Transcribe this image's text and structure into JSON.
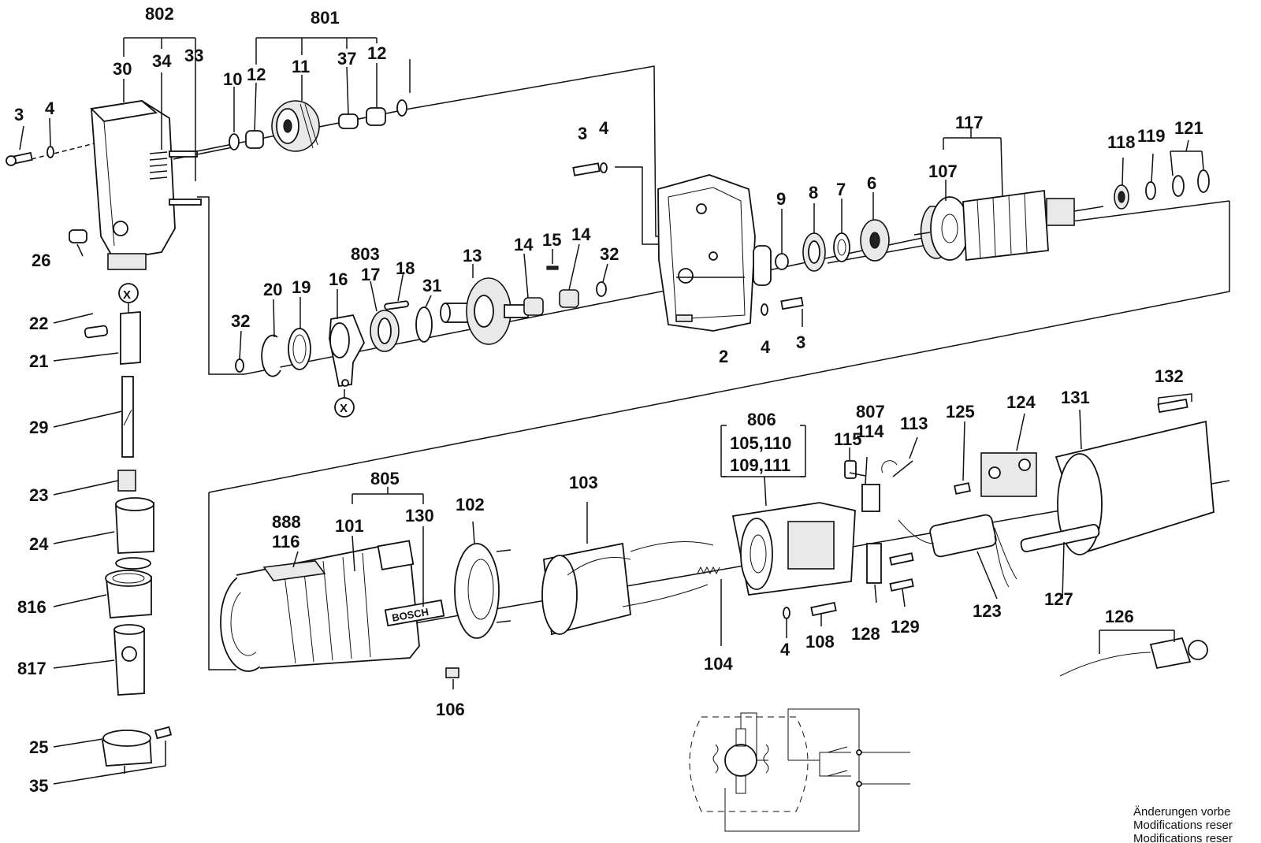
{
  "labels": {
    "n802": "802",
    "n801": "801",
    "n30": "30",
    "n34": "34",
    "n33": "33",
    "n10": "10",
    "n12a": "12",
    "n11": "11",
    "n37": "37",
    "n12b": "12",
    "n3a": "3",
    "n4a": "4",
    "n26": "26",
    "x1": "X",
    "n22": "22",
    "n21": "21",
    "n29": "29",
    "n23": "23",
    "n24": "24",
    "n816": "816",
    "n817": "817",
    "n25": "25",
    "n35": "35",
    "n3b": "3",
    "n4b": "4",
    "n117": "117",
    "n107": "107",
    "n118": "118",
    "n119": "119",
    "n121": "121",
    "n9": "9",
    "n8": "8",
    "n7": "7",
    "n6": "6",
    "n4c": "4",
    "n3c": "3",
    "n2": "2",
    "n803": "803",
    "n18": "18",
    "n13": "13",
    "n14a": "14",
    "n15": "15",
    "n14b": "14",
    "n32a": "32",
    "n20": "20",
    "n19": "19",
    "n16": "16",
    "n17": "17",
    "n31": "31",
    "n32b": "32",
    "x2": "X",
    "n806": "806",
    "n105_110": "105,110",
    "n109_111": "109,111",
    "n807": "807",
    "n114": "114",
    "n115": "115",
    "n113": "113",
    "n125": "125",
    "n124": "124",
    "n131": "131",
    "n132": "132",
    "n805": "805",
    "n888": "888",
    "n116": "116",
    "n101": "101",
    "n130": "130",
    "n102": "102",
    "n103": "103",
    "n104": "104",
    "n106": "106",
    "n4d": "4",
    "n108": "108",
    "n128": "128",
    "n129": "129",
    "n123": "123",
    "n127": "127",
    "n126": "126"
  },
  "housing_brand": "BOSCH",
  "notice": {
    "line1": "Änderungen vorbe",
    "line2": "Modifications reser",
    "line3": "Modifications reser"
  }
}
